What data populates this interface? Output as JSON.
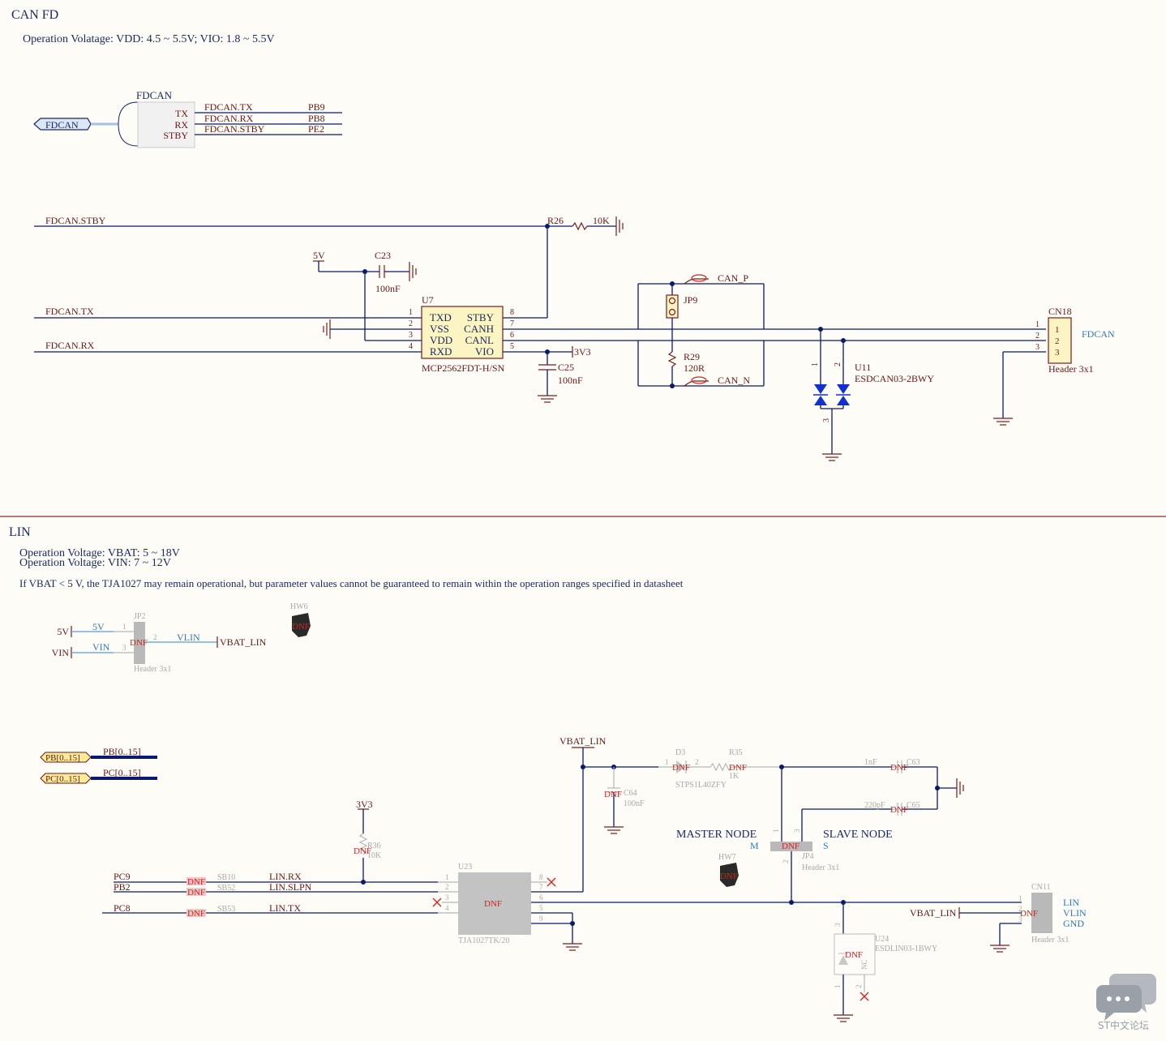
{
  "canfd": {
    "title": "CAN FD",
    "operation": "Operation Volatage: VDD: 4.5 ~ 5.5V; VIO: 1.8 ~ 5.5V",
    "port": {
      "name": "FDCAN",
      "harness_title": "FDCAN",
      "pins": [
        "TX",
        "RX",
        "STBY"
      ],
      "nets": [
        "FDCAN.TX",
        "FDCAN.RX",
        "FDCAN.STBY"
      ],
      "mcu_pins": [
        "PB9",
        "PB8",
        "PE2"
      ]
    },
    "net_stby": "FDCAN.STBY",
    "net_tx": "FDCAN.TX",
    "net_rx": "FDCAN.RX",
    "r26": {
      "ref": "R26",
      "value": "10K"
    },
    "c23": {
      "ref": "C23",
      "value": "100nF"
    },
    "power_5v": "5V",
    "power_3v3": "3V3",
    "u7": {
      "ref": "U7",
      "part": "MCP2562FDT-H/SN",
      "left_pins": [
        "TXD",
        "VSS",
        "VDD",
        "RXD"
      ],
      "right_pins": [
        "STBY",
        "CANH",
        "CANL",
        "VIO"
      ],
      "left_nums": [
        "1",
        "2",
        "3",
        "4"
      ],
      "right_nums": [
        "8",
        "7",
        "6",
        "5"
      ]
    },
    "c25": {
      "ref": "C25",
      "value": "100nF"
    },
    "jp9": {
      "ref": "JP9"
    },
    "r29": {
      "ref": "R29",
      "value": "120R"
    },
    "test_points": [
      "CAN_P",
      "CAN_N"
    ],
    "u11": {
      "ref": "U11",
      "part": "ESDCAN03-2BWY",
      "pins": [
        "1",
        "2",
        "3"
      ]
    },
    "cn18": {
      "ref": "CN18",
      "part": "Header 3x1",
      "pins": [
        "1",
        "2",
        "3"
      ],
      "label": "FDCAN"
    }
  },
  "lin": {
    "title": "LIN",
    "vbat_range": "Operation Voltage: VBAT: 5 ~ 18V",
    "vin_range": "Operation Voltage: VIN: 7 ~ 12V",
    "warning": "If VBAT < 5 V, the TJA1027 may remain operational, but parameter values cannot be guaranteed to remain within the operation ranges specified in datasheet",
    "dnf": "DNF",
    "jp2": {
      "ref": "JP2",
      "part": "Header 3x1",
      "sources": [
        "5V",
        "VIN"
      ],
      "nets": [
        "5V",
        "VIN"
      ],
      "pins": [
        "1",
        "3",
        "2"
      ],
      "out_net": "VLIN",
      "out_port": "VBAT_LIN"
    },
    "hw6": "HW6",
    "hw7": "HW7",
    "bus_ports": [
      "PB[0..15]",
      "PC[0..15]"
    ],
    "power_vbat": "VBAT_LIN",
    "power_3v3": "3V3",
    "d3": {
      "ref": "D3",
      "part": "STPS1L40ZFY",
      "pins": [
        "1",
        "2"
      ]
    },
    "r35": {
      "ref": "R35",
      "value": "1K"
    },
    "c63": {
      "ref": "C63",
      "value": "1nF"
    },
    "c64": {
      "ref": "C64",
      "value": "100nF"
    },
    "c65": {
      "ref": "C65",
      "value": "220pF"
    },
    "r36": {
      "ref": "R36",
      "value": "10K"
    },
    "master": {
      "label": "MASTER NODE",
      "letter": "M"
    },
    "slave": {
      "label": "SLAVE NODE",
      "letter": "S"
    },
    "jp4": {
      "ref": "JP4",
      "part": "Header 3x1",
      "pins": [
        "1",
        "3",
        "2"
      ]
    },
    "mcu_pins": [
      "PC9",
      "PB2",
      "PC8"
    ],
    "solder_bridges": [
      "SB10",
      "SB52",
      "SB53"
    ],
    "nets": [
      "LIN.RX",
      "LIN.SLPN",
      "LIN.TX"
    ],
    "u23": {
      "ref": "U23",
      "part": "TJA1027TK/20",
      "left_nums": [
        "1",
        "2",
        "3",
        "4"
      ],
      "right_nums": [
        "8",
        "7",
        "6",
        "5",
        "9"
      ]
    },
    "cn11": {
      "ref": "CN11",
      "part": "Header 3x1",
      "pins": [
        "1",
        "2",
        "3"
      ],
      "labels": [
        "LIN",
        "VLIN",
        "GND"
      ],
      "net": "VBAT_LIN"
    },
    "u24": {
      "ref": "U24",
      "part": "ESDLIN03-1BWY",
      "nc": "NC",
      "pins": [
        "3",
        "1",
        "2"
      ]
    }
  },
  "watermark": "ST中文论坛"
}
